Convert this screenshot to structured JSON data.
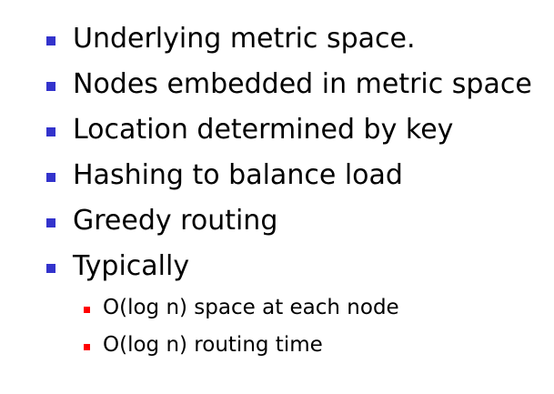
{
  "colors": {
    "primary_bullet": "#3333cc",
    "secondary_bullet": "#ff0000",
    "text": "#000000",
    "background": "#ffffff"
  },
  "bullets": [
    {
      "text": "Underlying metric space."
    },
    {
      "text": "Nodes embedded in metric space"
    },
    {
      "text": "Location determined by key"
    },
    {
      "text": "Hashing to balance load"
    },
    {
      "text": "Greedy routing"
    },
    {
      "text": "Typically"
    }
  ],
  "sub_bullets": [
    {
      "text": "O(log n) space at each node"
    },
    {
      "text": "O(log n) routing time"
    }
  ]
}
